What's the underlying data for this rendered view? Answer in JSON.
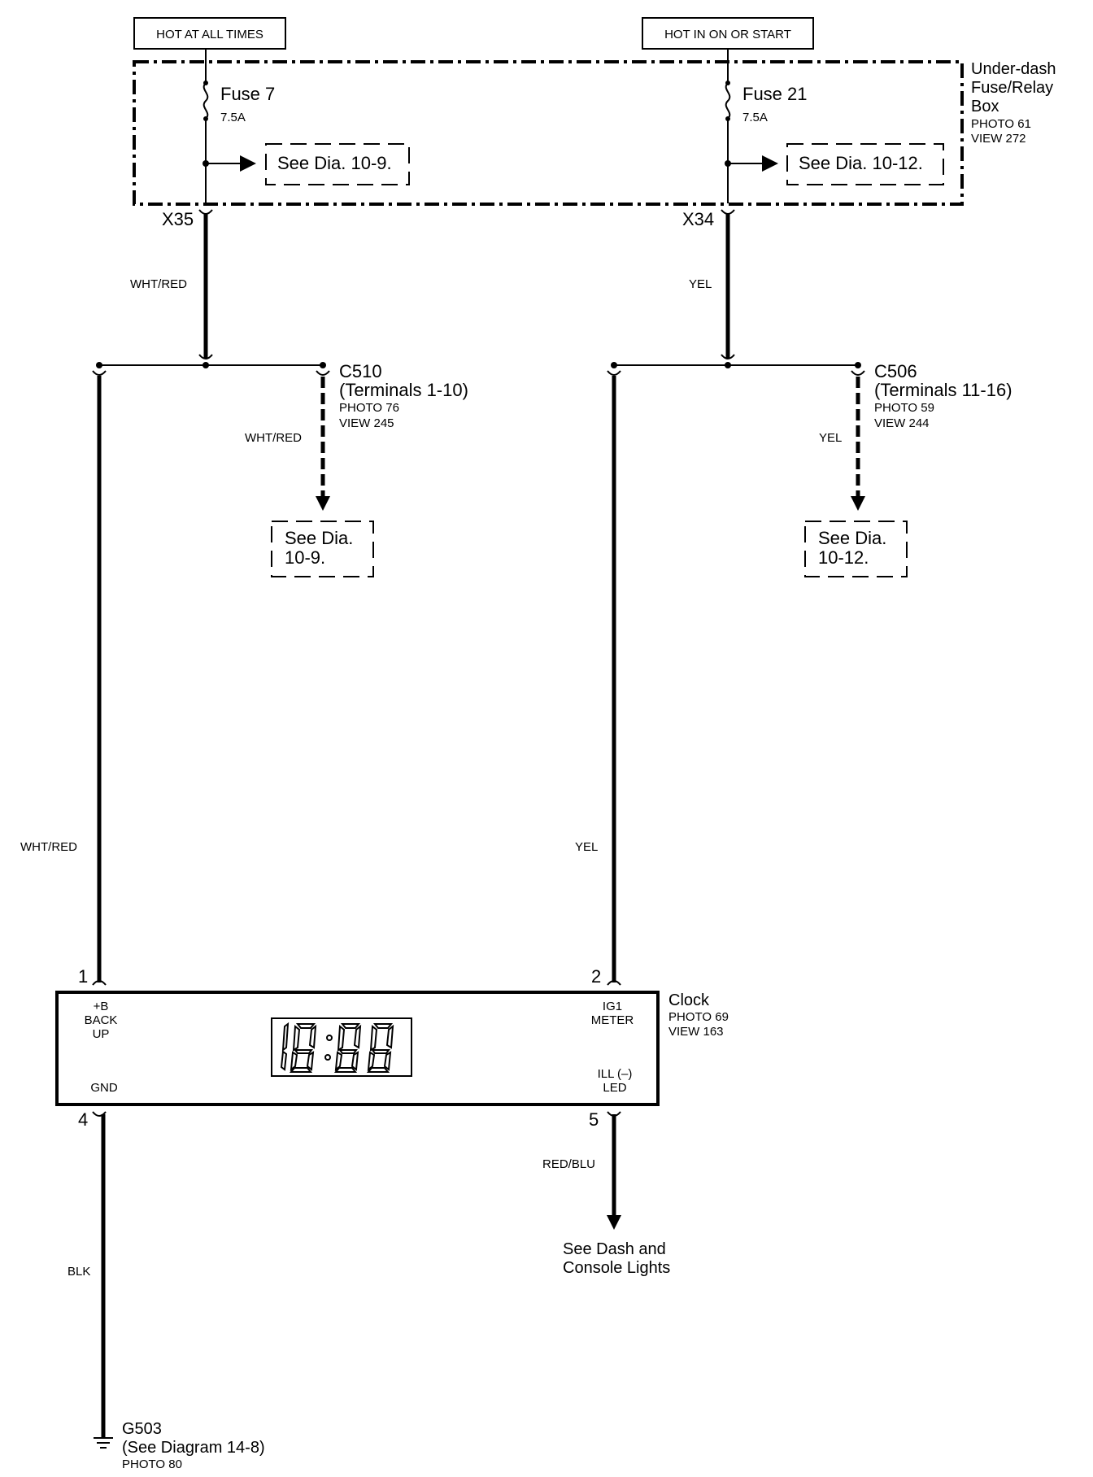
{
  "sources": {
    "left": "HOT AT ALL TIMES",
    "right": "HOT IN ON OR START"
  },
  "fuse_box": {
    "name_line1": "Under-dash",
    "name_line2": "Fuse/Relay",
    "name_line3": "Box",
    "photo": "PHOTO 61",
    "view": "VIEW 272"
  },
  "fuses": [
    {
      "name": "Fuse 7",
      "rating": "7.5A",
      "ref": "See Dia. 10-9.",
      "terminal": "X35"
    },
    {
      "name": "Fuse 21",
      "rating": "7.5A",
      "ref": "See Dia. 10-12.",
      "terminal": "X34"
    }
  ],
  "wires": {
    "left_top": "WHT/RED",
    "right_top": "YEL",
    "left_branch": "WHT/RED",
    "right_branch": "YEL",
    "left_main": "WHT/RED",
    "right_main": "YEL",
    "ground": "BLK",
    "ill": "RED/BLU"
  },
  "connectors": [
    {
      "name": "C510",
      "terminals": "(Terminals 1-10)",
      "photo": "PHOTO 76",
      "view": "VIEW 245",
      "ref_line1": "See Dia.",
      "ref_line2": "10-9."
    },
    {
      "name": "C506",
      "terminals": "(Terminals 11-16)",
      "photo": "PHOTO 59",
      "view": "VIEW 244",
      "ref_line1": "See Dia.",
      "ref_line2": "10-12."
    }
  ],
  "clock": {
    "name": "Clock",
    "photo": "PHOTO 69",
    "view": "VIEW 163",
    "pins": [
      {
        "num": "1",
        "label_line1": "+B",
        "label_line2": "BACK",
        "label_line3": "UP"
      },
      {
        "num": "2",
        "label_line1": "IG1",
        "label_line2": "METER"
      },
      {
        "num": "4",
        "label_line1": "GND"
      },
      {
        "num": "5",
        "label_line1": "ILL (–)",
        "label_line2": "LED"
      }
    ]
  },
  "ill_ref": {
    "line1": "See Dash and",
    "line2": "Console Lights"
  },
  "ground": {
    "name": "G503",
    "ref": "(See Diagram 14-8)",
    "photo": "PHOTO 80"
  }
}
